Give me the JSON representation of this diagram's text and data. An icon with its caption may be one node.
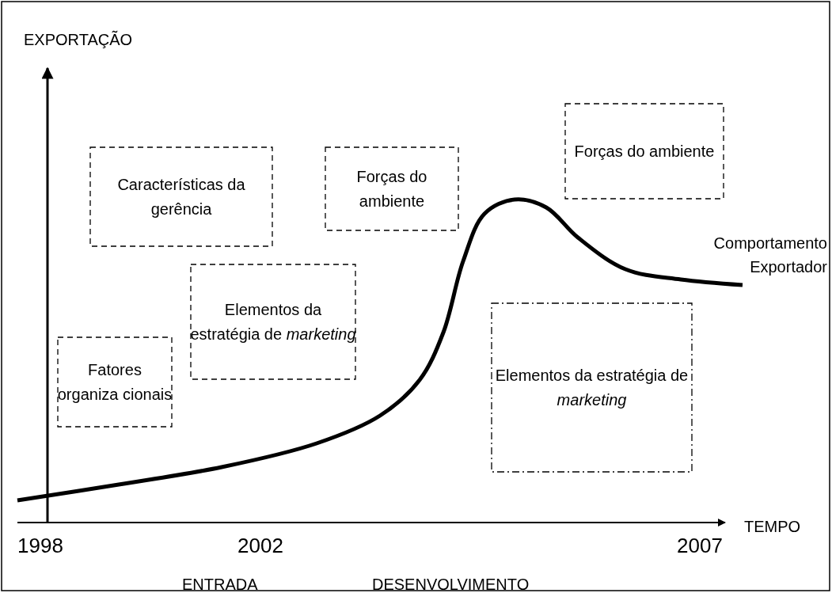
{
  "diagram": {
    "nodes": [
      {
        "text": [
          "Características da gerência"
        ]
      },
      {
        "text": [
          "Forças do ambiente"
        ]
      },
      {
        "text": [
          "Forças do ambiente"
        ]
      },
      {
        "text": [
          "Elementos da estratégia de *marketing*"
        ]
      },
      {
        "text": [
          "Elementos da estratégia de *marketing*"
        ]
      },
      {
        "text": [
          "Fatores organiza cionais"
        ]
      }
    ],
    "edges": [],
    "labels": [
      "EXPORTAÇÃO",
      "Comportamento Exportador",
      "TEMPO",
      "1998",
      "2002",
      "2007",
      "ENTRADA",
      "DESENVOLVIMENTO"
    ]
  }
}
